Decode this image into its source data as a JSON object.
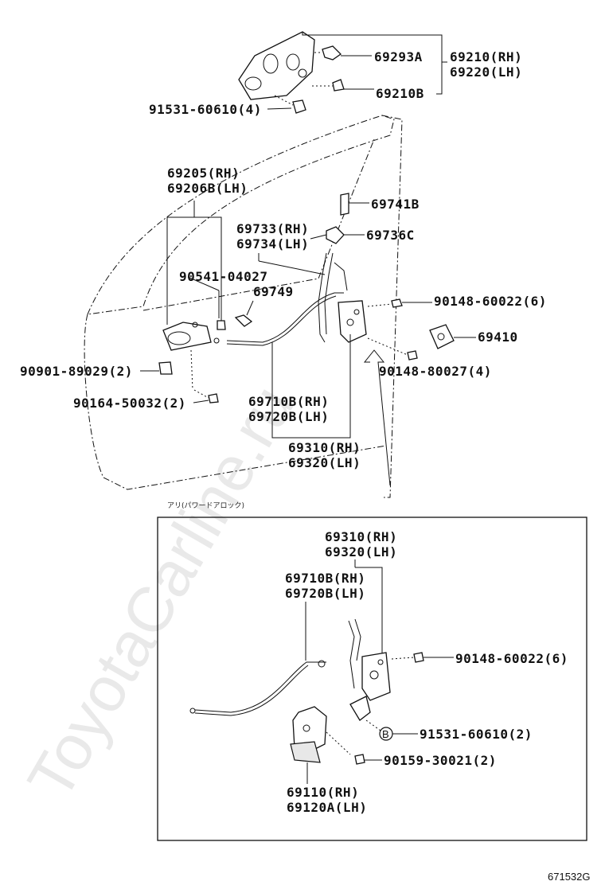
{
  "watermark": "ToyotaCarline.ru",
  "diagram_code": "671532G",
  "inset_caption": "アリ(パワードアロック)",
  "labels": {
    "p69293A": "69293A",
    "p69210rh": "69210(RH)",
    "p69220lh": "69220(LH)",
    "p69210B": "69210B",
    "p91531_60610_4": "91531-60610(4)",
    "p69205rh": "69205(RH)",
    "p69206Blh": "69206B(LH)",
    "p69741B": "69741B",
    "p69733rh": "69733(RH)",
    "p69734lh": "69734(LH)",
    "p69736C": "69736C",
    "p90541_04027": "90541-04027",
    "p69749": "69749",
    "p90148_60022_6": "90148-60022(6)",
    "p69410": "69410",
    "p90148_80027_4": "90148-80027(4)",
    "p90901_89029_2": "90901-89029(2)",
    "p90164_50032_2": "90164-50032(2)",
    "p69710Brh": "69710B(RH)",
    "p69720Blh": "69720B(LH)",
    "p69310rh": "69310(RH)",
    "p69320lh": "69320(LH)",
    "i69310rh": "69310(RH)",
    "i69320lh": "69320(LH)",
    "i69710Brh": "69710B(RH)",
    "i69720Blh": "69720B(LH)",
    "i90148_60022_6": "90148-60022(6)",
    "i91531_60610_2": "91531-60610(2)",
    "i_marker": "B",
    "i90159_30021_2": "90159-30021(2)",
    "i69110rh": "69110(RH)",
    "i69120Alh": "69120A(LH)"
  }
}
